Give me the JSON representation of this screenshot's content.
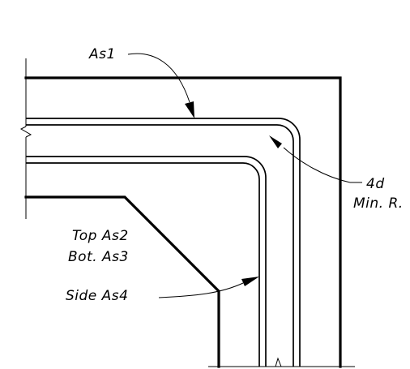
{
  "labels": {
    "as1": "As1",
    "radius_value": "4d",
    "radius_note": "Min. R.",
    "top_bar": "Top As2",
    "bot_bar": "Bot. As3",
    "side_bar": "Side As4"
  }
}
